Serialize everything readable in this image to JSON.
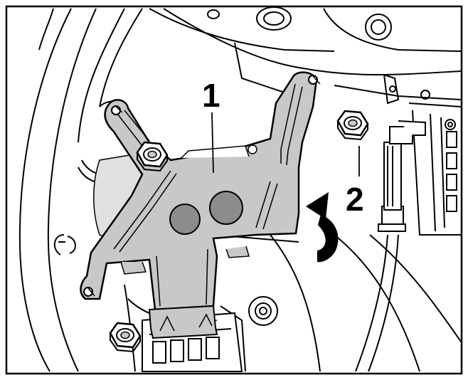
{
  "callouts": [
    {
      "id": "1",
      "label": "1"
    },
    {
      "id": "2",
      "label": "2"
    }
  ],
  "colors": {
    "line": "#000000",
    "bracket": "#c8c8c8",
    "hole": "#8c8c8c",
    "background": "#ffffff",
    "shadow": "#e0e0e0"
  },
  "icons": {
    "rotation": "counterclockwise-arrow-icon"
  }
}
